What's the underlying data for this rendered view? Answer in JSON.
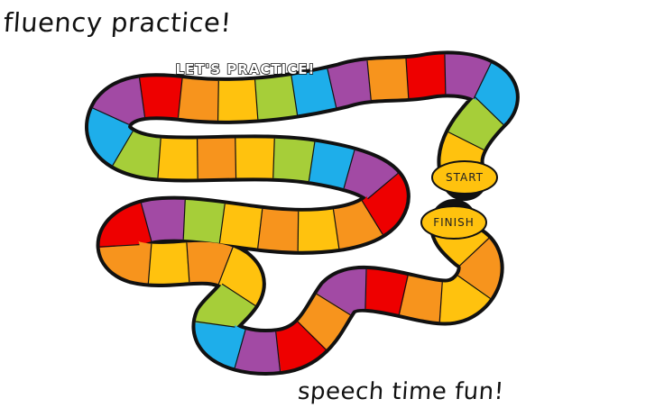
{
  "title": "fluency practice!",
  "footer": "speech time fun!",
  "banner": "LET'S PRACTICE!",
  "start_label": "START",
  "finish_label": "FINISH",
  "colors": {
    "red": "#ee0000",
    "purple": "#a24aa4",
    "blue": "#1eaeea",
    "green": "#a6ce39",
    "yellow": "#ffc20e",
    "orange": "#f7941d",
    "outline": "#111111"
  },
  "path_colors": [
    "yellow",
    "green",
    "blue",
    "purple",
    "red",
    "orange",
    "purple",
    "blue",
    "green",
    "yellow",
    "orange",
    "red",
    "purple",
    "blue",
    "green",
    "yellow",
    "orange",
    "yellow",
    "green",
    "blue",
    "purple",
    "red",
    "orange",
    "yellow",
    "orange",
    "yellow",
    "green",
    "purple",
    "red",
    "orange",
    "yellow",
    "orange",
    "yellow",
    "green",
    "blue",
    "purple",
    "red",
    "orange",
    "purple",
    "red",
    "orange",
    "yellow",
    "orange",
    "yellow"
  ]
}
